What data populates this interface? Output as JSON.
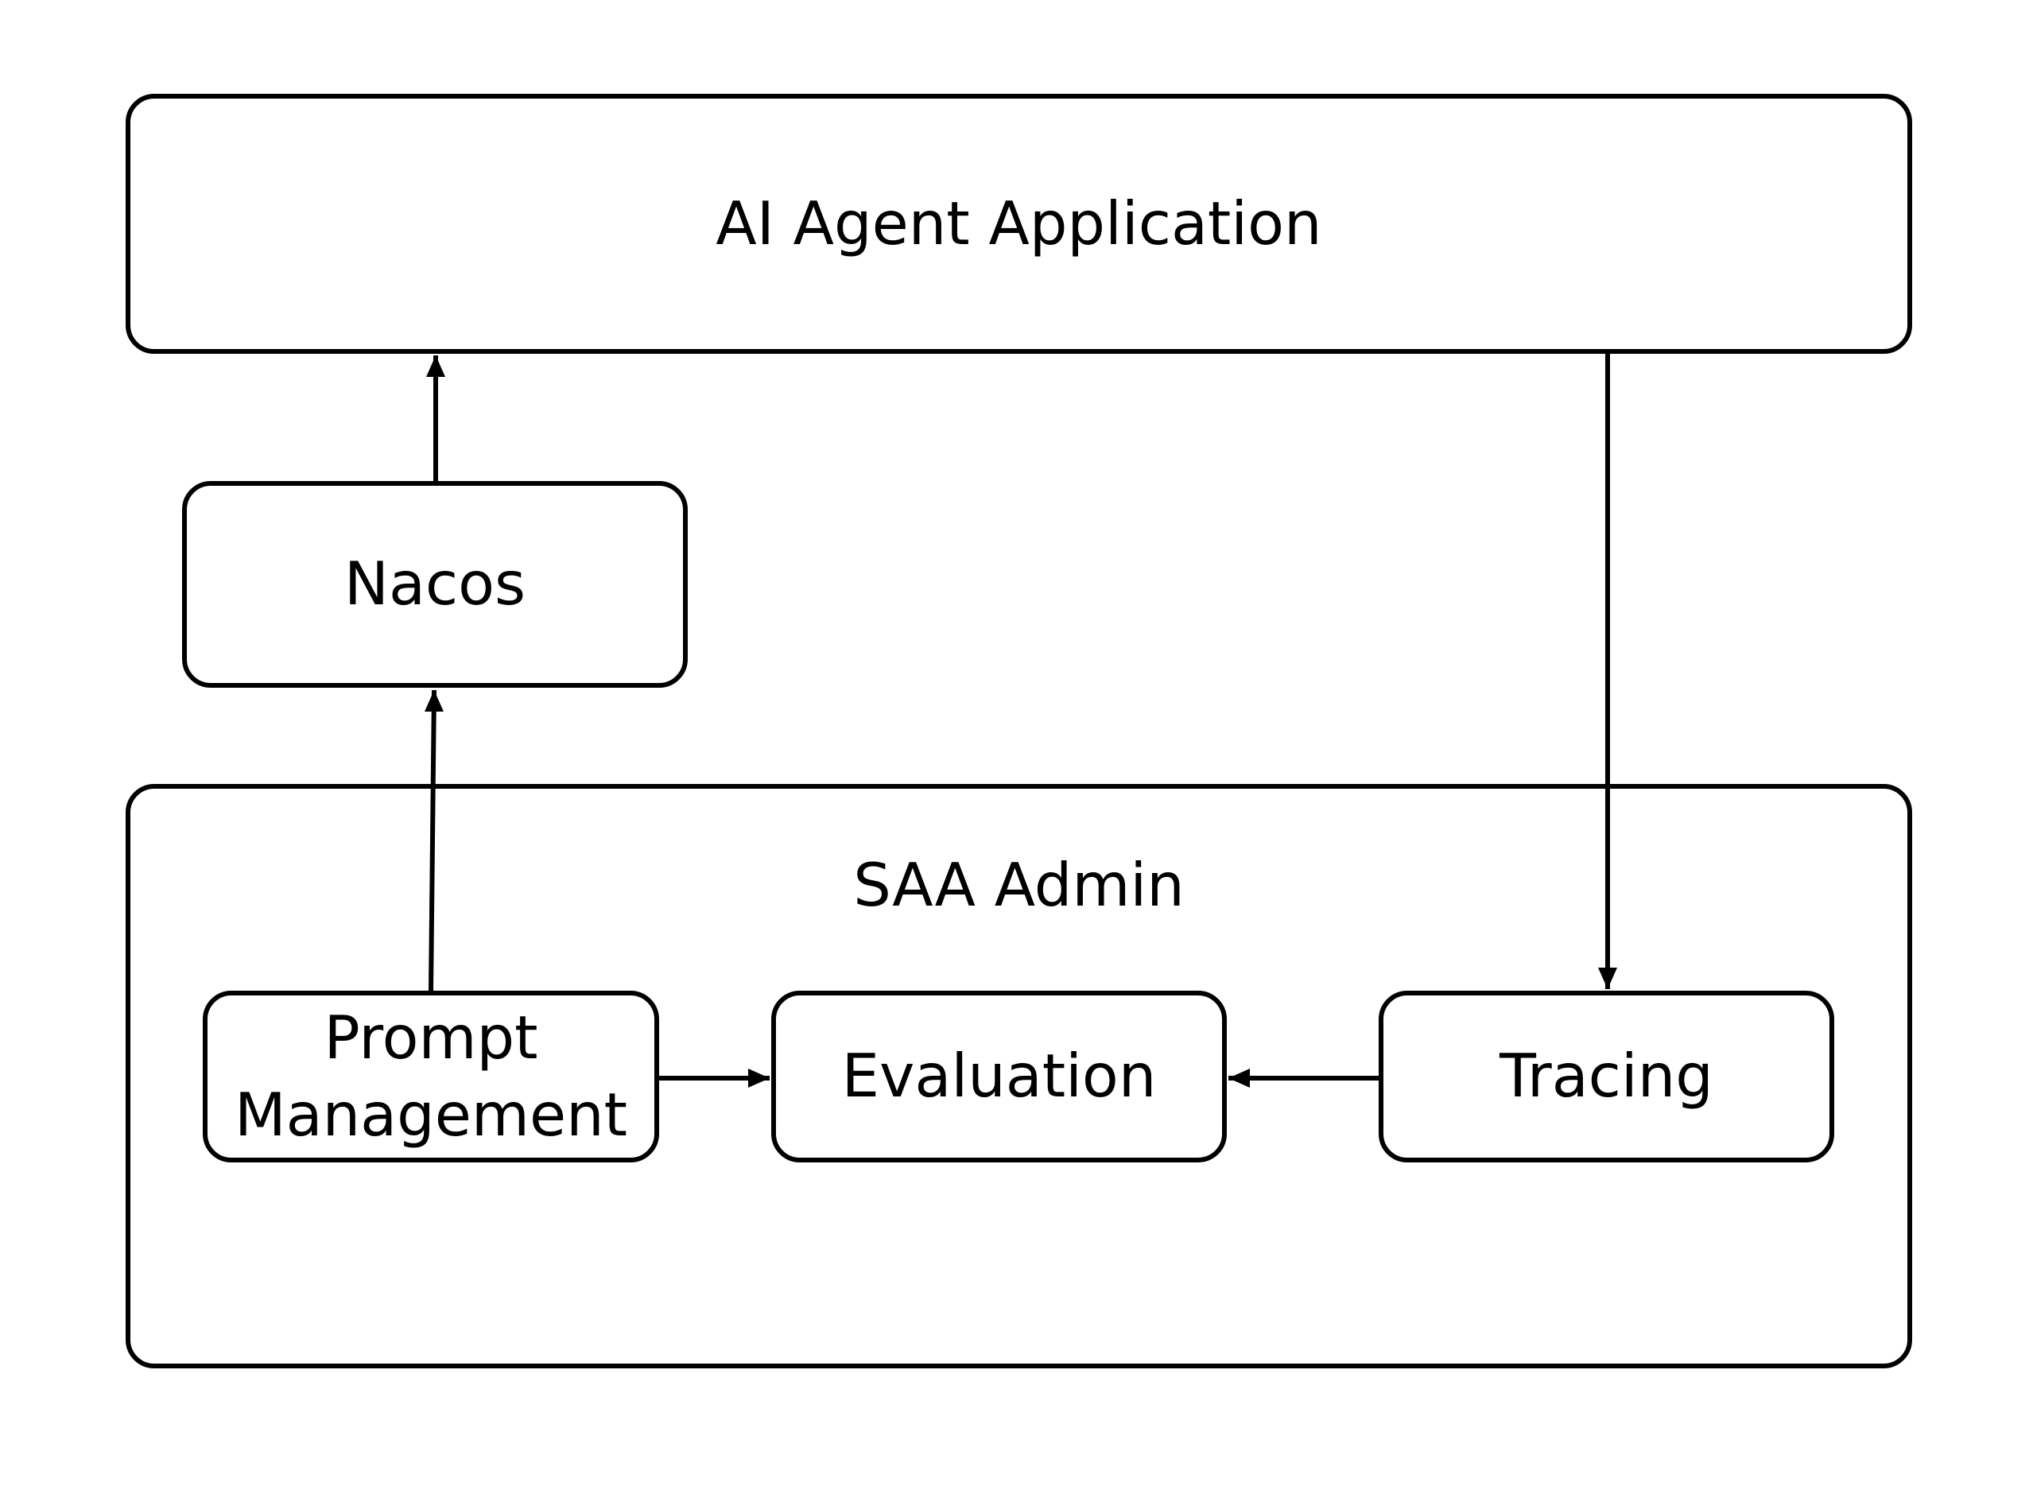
{
  "nodes": {
    "app": {
      "label": "AI Agent Application"
    },
    "nacos": {
      "label": "Nacos"
    },
    "admin": {
      "label": "SAA Admin"
    },
    "prompt": {
      "line1": "Prompt",
      "line2": "Management"
    },
    "evaluation": {
      "label": "Evaluation"
    },
    "tracing": {
      "label": "Tracing"
    }
  },
  "edges": [
    {
      "from": "nacos",
      "to": "app"
    },
    {
      "from": "prompt",
      "to": "nacos"
    },
    {
      "from": "app",
      "to": "tracing"
    },
    {
      "from": "prompt",
      "to": "evaluation"
    },
    {
      "from": "tracing",
      "to": "evaluation"
    }
  ]
}
